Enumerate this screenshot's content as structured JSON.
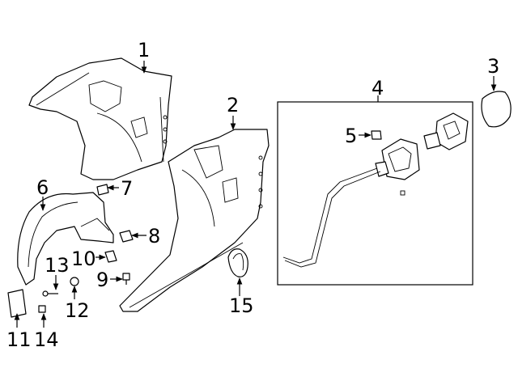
{
  "callouts": [
    {
      "id": "c1",
      "text": "1"
    },
    {
      "id": "c2",
      "text": "2"
    },
    {
      "id": "c3",
      "text": "3"
    },
    {
      "id": "c4",
      "text": "4"
    },
    {
      "id": "c5",
      "text": "5"
    },
    {
      "id": "c6",
      "text": "6"
    },
    {
      "id": "c7",
      "text": "7"
    },
    {
      "id": "c8",
      "text": "8"
    },
    {
      "id": "c9",
      "text": "9"
    },
    {
      "id": "c10",
      "text": "10"
    },
    {
      "id": "c11",
      "text": "11"
    },
    {
      "id": "c12",
      "text": "12"
    },
    {
      "id": "c13",
      "text": "13"
    },
    {
      "id": "c14",
      "text": "14"
    },
    {
      "id": "c15",
      "text": "15"
    }
  ],
  "colors": {
    "line": "#000000",
    "background": "#ffffff"
  }
}
